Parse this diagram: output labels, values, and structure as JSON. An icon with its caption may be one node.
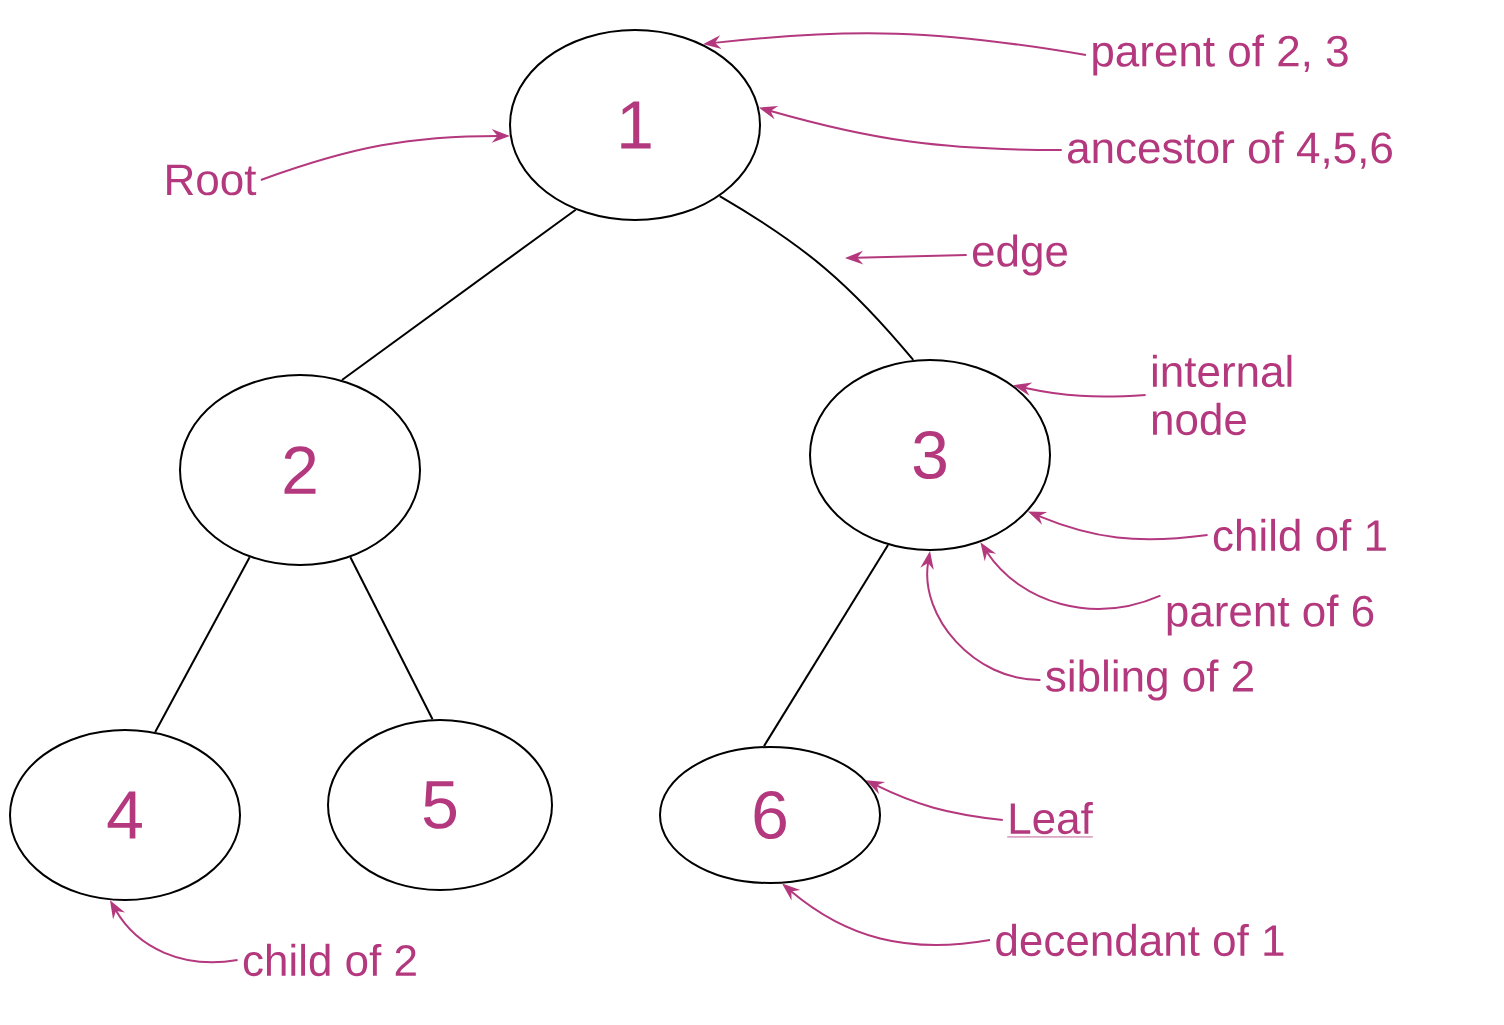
{
  "diagram": {
    "nodes": [
      {
        "text": [
          "1"
        ]
      },
      {
        "text": [
          "2"
        ]
      },
      {
        "text": [
          "3"
        ]
      },
      {
        "text": [
          "4"
        ]
      },
      {
        "text": [
          "5"
        ]
      },
      {
        "text": [
          "6"
        ]
      },
      {
        "text": [
          "parent of 2, 3"
        ]
      },
      {
        "text": [
          "Root"
        ]
      },
      {
        "text": [
          "ancestor of 4,5,6"
        ]
      },
      {
        "text": [
          "edge"
        ]
      },
      {
        "text": [
          "internal node"
        ]
      },
      {
        "text": [
          "child of 1"
        ]
      },
      {
        "text": [
          "parent of 6"
        ]
      },
      {
        "text": [
          "sibling of 2"
        ]
      },
      {
        "text": [
          "Leaf"
        ]
      },
      {
        "text": [
          "decendant of 1"
        ]
      },
      {
        "text": [
          "child of 2"
        ]
      }
    ],
    "edges": [
      {
        "from": 0,
        "to": 1,
        "arrow": "none",
        "color": "#000000"
      },
      {
        "from": 0,
        "to": 2,
        "arrow": "none",
        "color": "#000000"
      },
      {
        "from": 1,
        "to": 3,
        "arrow": "none",
        "color": "#000000"
      },
      {
        "from": 1,
        "to": 4,
        "arrow": "none",
        "color": "#000000"
      },
      {
        "from": 2,
        "to": 5,
        "arrow": "none",
        "color": "#000000"
      },
      {
        "from": 6,
        "to": 0,
        "arrow": "to"
      },
      {
        "from": 7,
        "to": 0,
        "arrow": "to"
      },
      {
        "from": 8,
        "to": 0,
        "arrow": "to"
      },
      {
        "from": 9,
        "to": null,
        "arrow": "to"
      },
      {
        "from": 10,
        "to": 2,
        "arrow": "to"
      },
      {
        "from": 11,
        "to": 2,
        "arrow": "to"
      },
      {
        "from": 12,
        "to": 2,
        "arrow": "to"
      },
      {
        "from": 13,
        "to": 2,
        "arrow": "to"
      },
      {
        "from": 14,
        "to": 5,
        "arrow": "to"
      },
      {
        "from": 15,
        "to": 5,
        "arrow": "to"
      },
      {
        "from": 16,
        "to": 3,
        "arrow": "to"
      }
    ]
  }
}
